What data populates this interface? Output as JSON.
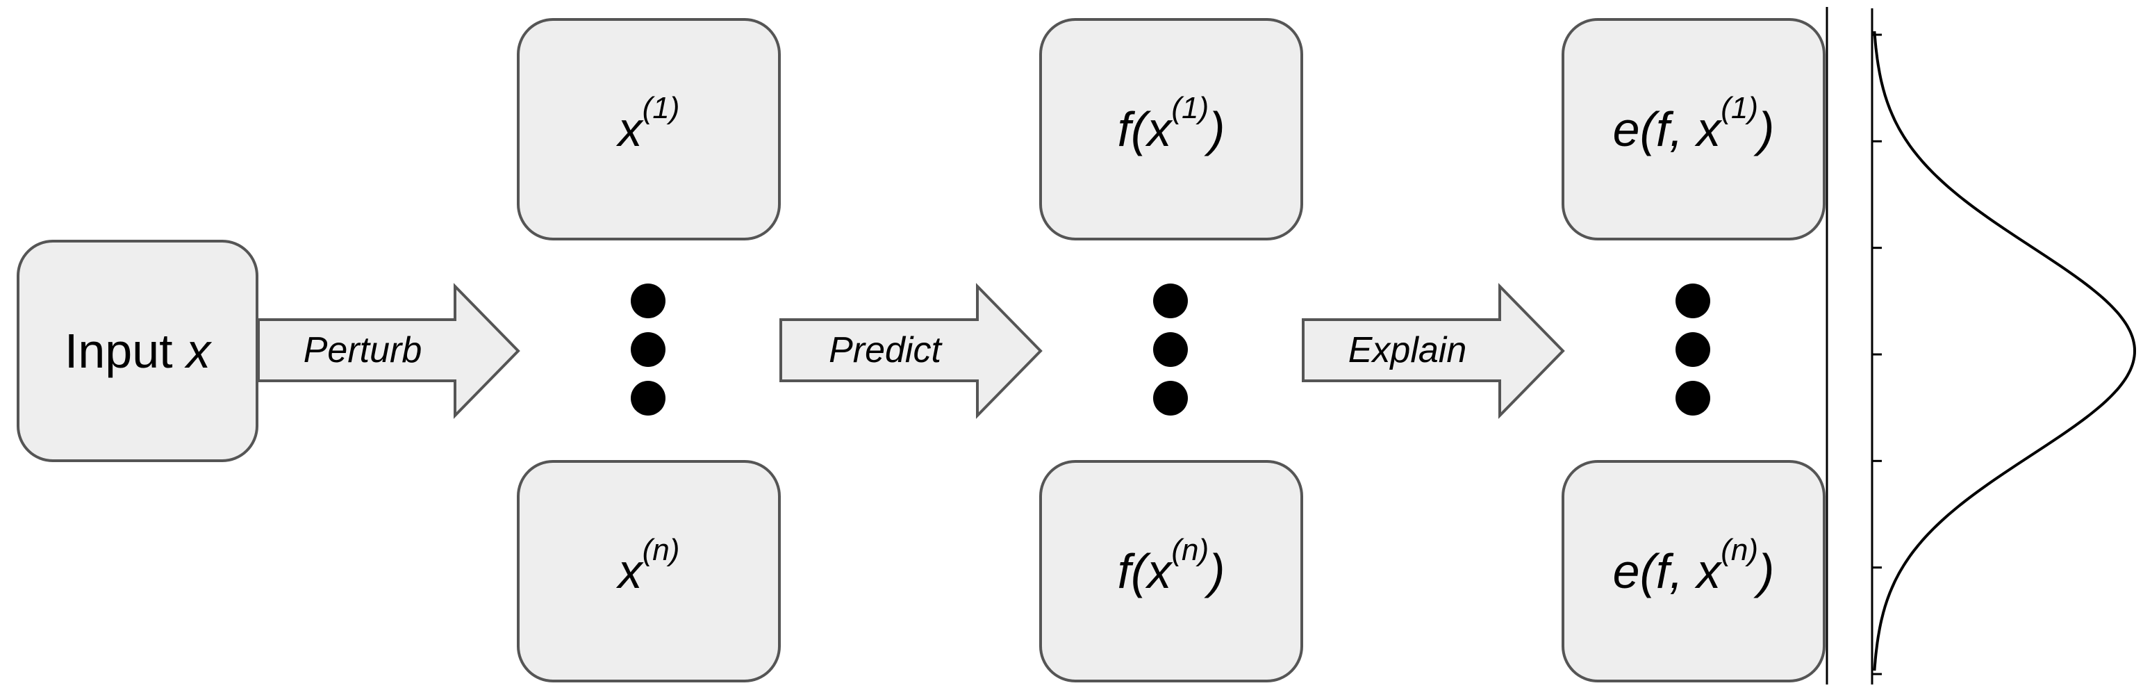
{
  "input_box": {
    "prefix": "Input",
    "var": "x"
  },
  "arrows": {
    "perturb": "Perturb",
    "predict": "Predict",
    "explain": "Explain"
  },
  "samples": {
    "top": {
      "base": "x",
      "sup": "(1)"
    },
    "bottom": {
      "base": "x",
      "sup": "(n)"
    }
  },
  "predictions": {
    "top": {
      "open": "f(x",
      "sup": "(1)",
      "close": ")"
    },
    "bottom": {
      "open": "f(x",
      "sup": "(n)",
      "close": ")"
    }
  },
  "explanations": {
    "top": {
      "open": "e(f, x",
      "sup": "(1)",
      "close": ")"
    },
    "bottom": {
      "open": "e(f, x",
      "sup": "(n)",
      "close": ")"
    }
  },
  "colors": {
    "box_fill": "#eeeeee",
    "box_border": "#555555",
    "dot": "#000000"
  },
  "distribution": {
    "type": "bell-curve",
    "tick_count": 7
  }
}
